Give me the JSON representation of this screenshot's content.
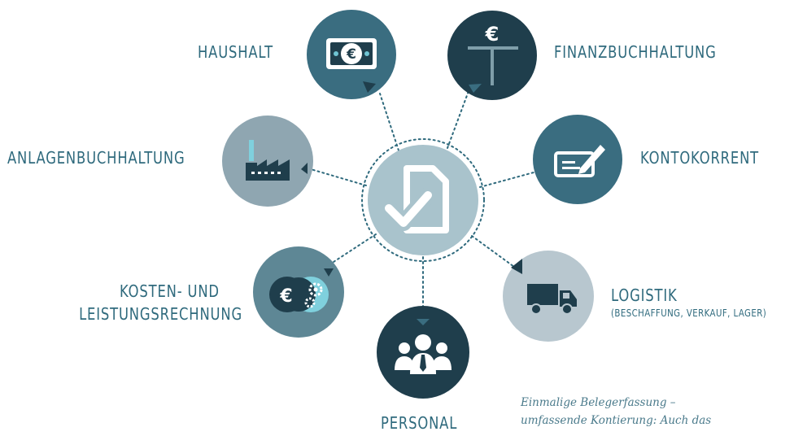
{
  "center": {
    "icon": "document-check-icon"
  },
  "nodes": [
    {
      "key": "haushalt",
      "label": "HAUSHALT",
      "icon": "euro-banknote-icon",
      "color": "#3a6d80"
    },
    {
      "key": "finanz",
      "label": "FINANZBUCHHALTUNG",
      "icon": "euro-t-account-icon",
      "color": "#1f3e4c"
    },
    {
      "key": "kontokorrent",
      "label": "KONTOKORRENT",
      "icon": "check-pen-icon",
      "color": "#3a6d80"
    },
    {
      "key": "logistik",
      "label": "LOGISTIK",
      "sublabel": "(BESCHAFFUNG, VERKAUF, LAGER)",
      "icon": "truck-icon",
      "color": "#b8c7cf"
    },
    {
      "key": "personal",
      "label": "PERSONAL",
      "icon": "people-group-icon",
      "color": "#1f3e4c"
    },
    {
      "key": "kosten",
      "label_line1": "KOSTEN- UND",
      "label_line2": "LEISTUNGSRECHNUNG",
      "icon": "euro-gears-icon",
      "color": "#5e8795"
    },
    {
      "key": "anlagen",
      "label": "ANLAGENBUCHHALTUNG",
      "icon": "factory-icon",
      "color": "#8fa6b1"
    }
  ],
  "note": {
    "line1": "Einmalige Belegerfassung –",
    "line2": "umfassende Kontierung:  Auch das"
  }
}
